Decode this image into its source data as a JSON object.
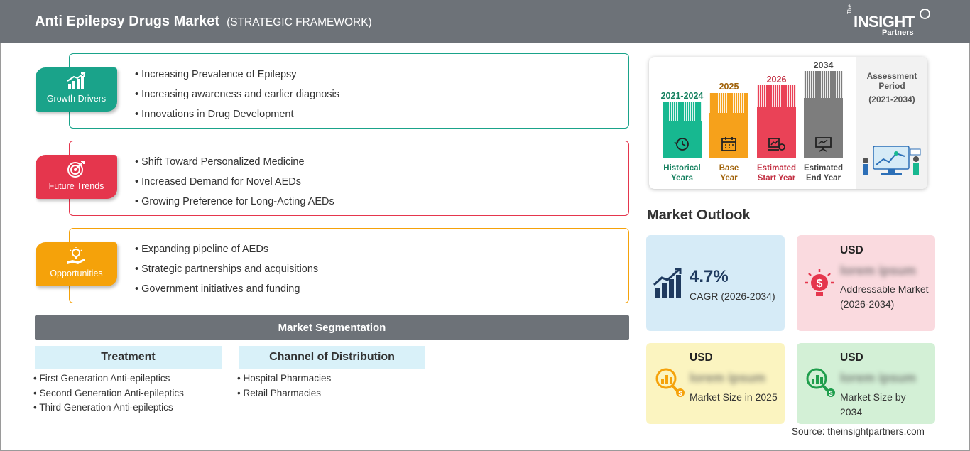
{
  "header": {
    "title": "Anti Epilepsy Drugs Market",
    "subtitle": "(STRATEGIC FRAMEWORK)",
    "logo": {
      "the": "The",
      "insight": "INSIGHT",
      "partners": "Partners"
    }
  },
  "categories": [
    {
      "label": "Growth Drivers",
      "color": "#1aa38a",
      "icon": "growth-chart-icon",
      "items": [
        "Increasing Prevalence of Epilepsy",
        "Increasing awareness and earlier diagnosis",
        "Innovations in Drug Development"
      ]
    },
    {
      "label": "Future Trends",
      "color": "#e5364d",
      "icon": "target-icon",
      "items": [
        "Shift Toward Personalized Medicine",
        "Increased Demand for Novel AEDs",
        "Growing Preference for Long-Acting AEDs"
      ]
    },
    {
      "label": "Opportunities",
      "color": "#f5a20a",
      "icon": "lightbulb-hand-icon",
      "items": [
        "Expanding pipeline of AEDs",
        "Strategic partnerships and acquisitions",
        "Government initiatives and funding"
      ]
    }
  ],
  "segmentation": {
    "title": "Market Segmentation",
    "groups": [
      {
        "heading": "Treatment",
        "items": [
          "First Generation Anti-epileptics",
          "Second Generation Anti-epileptics",
          "Third Generation Anti-epileptics"
        ]
      },
      {
        "heading": "Channel of Distribution",
        "items": [
          "Hospital Pharmacies",
          "Retail Pharmacies"
        ]
      }
    ]
  },
  "assessment": {
    "title": "Assessment Period",
    "range": "(2021-2034)",
    "columns": [
      {
        "year": "2021-2024",
        "label_line1": "Historical",
        "label_line2": "Years",
        "color": "#17b890",
        "text_color": "#15805f",
        "icon": "history-icon"
      },
      {
        "year": "2025",
        "label_line1": "Base",
        "label_line2": "Year",
        "color": "#f6a11b",
        "text_color": "#a0620a",
        "icon": "calendar-icon"
      },
      {
        "year": "2026",
        "label_line1": "Estimated",
        "label_line2": "Start Year",
        "color": "#ea4257",
        "text_color": "#c22f42",
        "icon": "estimate-icon"
      },
      {
        "year": "2034",
        "label_line1": "Estimated",
        "label_line2": "End Year",
        "color": "#7d7d7d",
        "text_color": "#444444",
        "icon": "presentation-icon"
      }
    ]
  },
  "outlook": {
    "title": "Market Outlook",
    "cagr": {
      "value": "4.7%",
      "label": "CAGR (2026-2034)",
      "color": "#d6ebf7"
    },
    "addressable": {
      "usd": "USD",
      "value": "lorem ipsum",
      "label": "Addressable Market (2026-2034)",
      "color": "#fadadf"
    },
    "size_2025": {
      "usd": "USD",
      "value": "lorem ipsum",
      "label": "Market Size in 2025",
      "color": "#fbf4c0"
    },
    "size_2034": {
      "usd": "USD",
      "value": "lorem ipsum",
      "label": "Market Size by 2034",
      "color": "#d3f0d6"
    }
  },
  "source": "Source: theinsightpartners.com"
}
